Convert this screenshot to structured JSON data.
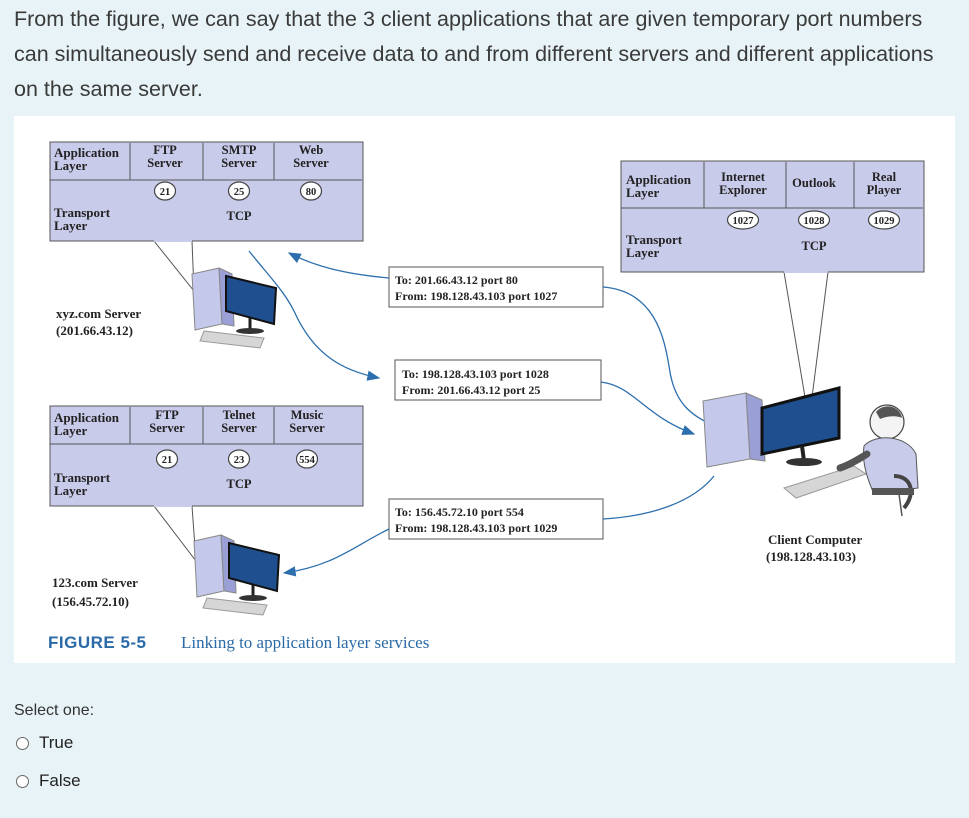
{
  "question": {
    "text": "From the figure, we can say that the 3 client applications that are given temporary port numbers can simultaneously send and receive data to and from different servers and different applications on the same server."
  },
  "figure": {
    "xyz_server": {
      "app_layer": "Application\nLayer",
      "transport_layer": "Transport\nLayer",
      "apps": [
        {
          "name": "FTP\nServer",
          "port": "21"
        },
        {
          "name": "SMTP\nServer",
          "port": "25"
        },
        {
          "name": "Web\nServer",
          "port": "80"
        }
      ],
      "protocol": "TCP",
      "name": "xyz.com Server",
      "ip": "(201.66.43.12)"
    },
    "s123_server": {
      "app_layer": "Application\nLayer",
      "transport_layer": "Transport\nLayer",
      "apps": [
        {
          "name": "FTP\nServer",
          "port": "21"
        },
        {
          "name": "Telnet\nServer",
          "port": "23"
        },
        {
          "name": "Music\nServer",
          "port": "554"
        }
      ],
      "protocol": "TCP",
      "name": "123.com Server",
      "ip": "(156.45.72.10)"
    },
    "client": {
      "app_layer": "Application\nLayer",
      "transport_layer": "Transport\nLayer",
      "apps": [
        {
          "name": "Internet\nExplorer",
          "port": "1027"
        },
        {
          "name": "Outlook",
          "port": "1028"
        },
        {
          "name": "Real\nPlayer",
          "port": "1029"
        }
      ],
      "protocol": "TCP",
      "name": "Client Computer",
      "ip": "(198.128.43.103)"
    },
    "messages": [
      {
        "to": "To: 201.66.43.12 port 80",
        "from": "From: 198.128.43.103 port 1027"
      },
      {
        "to": "To: 198.128.43.103 port 1028",
        "from": "From: 201.66.43.12 port 25"
      },
      {
        "to": "To: 156.45.72.10 port 554",
        "from": "From: 198.128.43.103 port 1029"
      }
    ],
    "caption_number": "FIGURE 5-5",
    "caption_text": "Linking to application layer services",
    "colors": {
      "box_fill": "#c9cbeb",
      "arrow": "#2d6fae",
      "caption": "#2a6aa6"
    }
  },
  "answer": {
    "prompt": "Select one:",
    "options": [
      "True",
      "False"
    ]
  }
}
